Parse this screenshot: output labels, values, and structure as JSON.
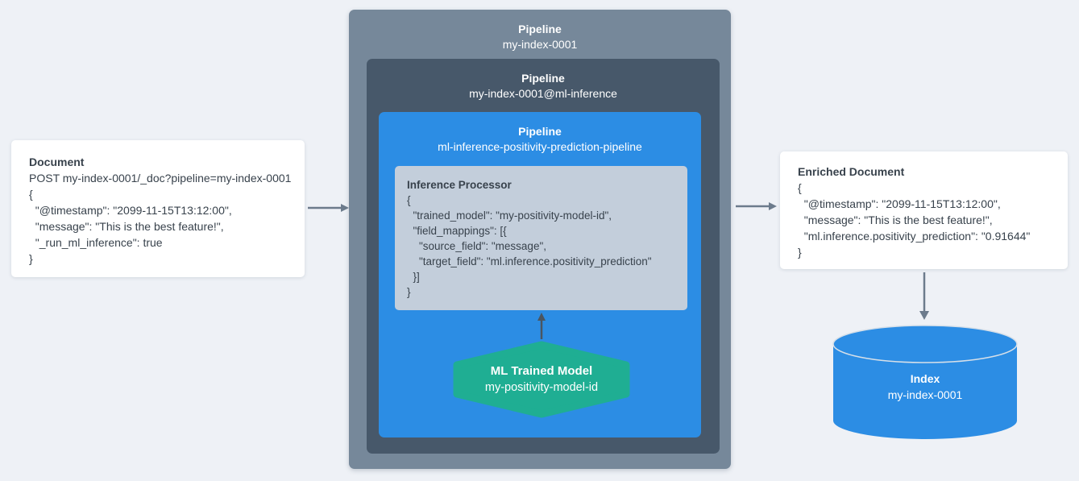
{
  "colors": {
    "background": "#eef1f6",
    "card_bg": "#ffffff",
    "outer_pipeline_bg": "#76889a",
    "mid_pipeline_bg": "#47586a",
    "inner_pipeline_bg": "#2c8de4",
    "processor_bg": "#c3cedb",
    "model_bg": "#1fae93",
    "index_bg": "#2c8de4",
    "arrow_gray": "#6c7b8c",
    "arrow_dark": "#4a5560",
    "text_dark": "#38424c",
    "text_light": "#ffffff"
  },
  "document_card": {
    "title": "Document",
    "lines": [
      "POST my-index-0001/_doc?pipeline=my-index-0001",
      "{",
      "  \"@timestamp\": \"2099-11-15T13:12:00\",",
      "  \"message\": \"This is the best feature!\",",
      "  \"_run_ml_inference\": true",
      "}"
    ]
  },
  "outer_pipeline": {
    "label": "Pipeline",
    "name": "my-index-0001"
  },
  "mid_pipeline": {
    "label": "Pipeline",
    "name": "my-index-0001@ml-inference"
  },
  "inner_pipeline": {
    "label": "Pipeline",
    "name": "ml-inference-positivity-prediction-pipeline"
  },
  "inference_processor": {
    "title": "Inference Processor",
    "lines": [
      "{",
      "  \"trained_model\": \"my-positivity-model-id\",",
      "  \"field_mappings\": [{",
      "    \"source_field\": \"message\",",
      "    \"target_field\": \"ml.inference.positivity_prediction\"",
      "  }]",
      "}"
    ]
  },
  "ml_model": {
    "title": "ML Trained Model",
    "name": "my-positivity-model-id"
  },
  "enriched_card": {
    "title": "Enriched Document",
    "lines": [
      "{",
      "  \"@timestamp\": \"2099-11-15T13:12:00\",",
      "  \"message\": \"This is the best feature!\",",
      "  \"ml.inference.positivity_prediction\": \"0.91644\"",
      "}"
    ]
  },
  "index_store": {
    "label": "Index",
    "name": "my-index-0001"
  }
}
